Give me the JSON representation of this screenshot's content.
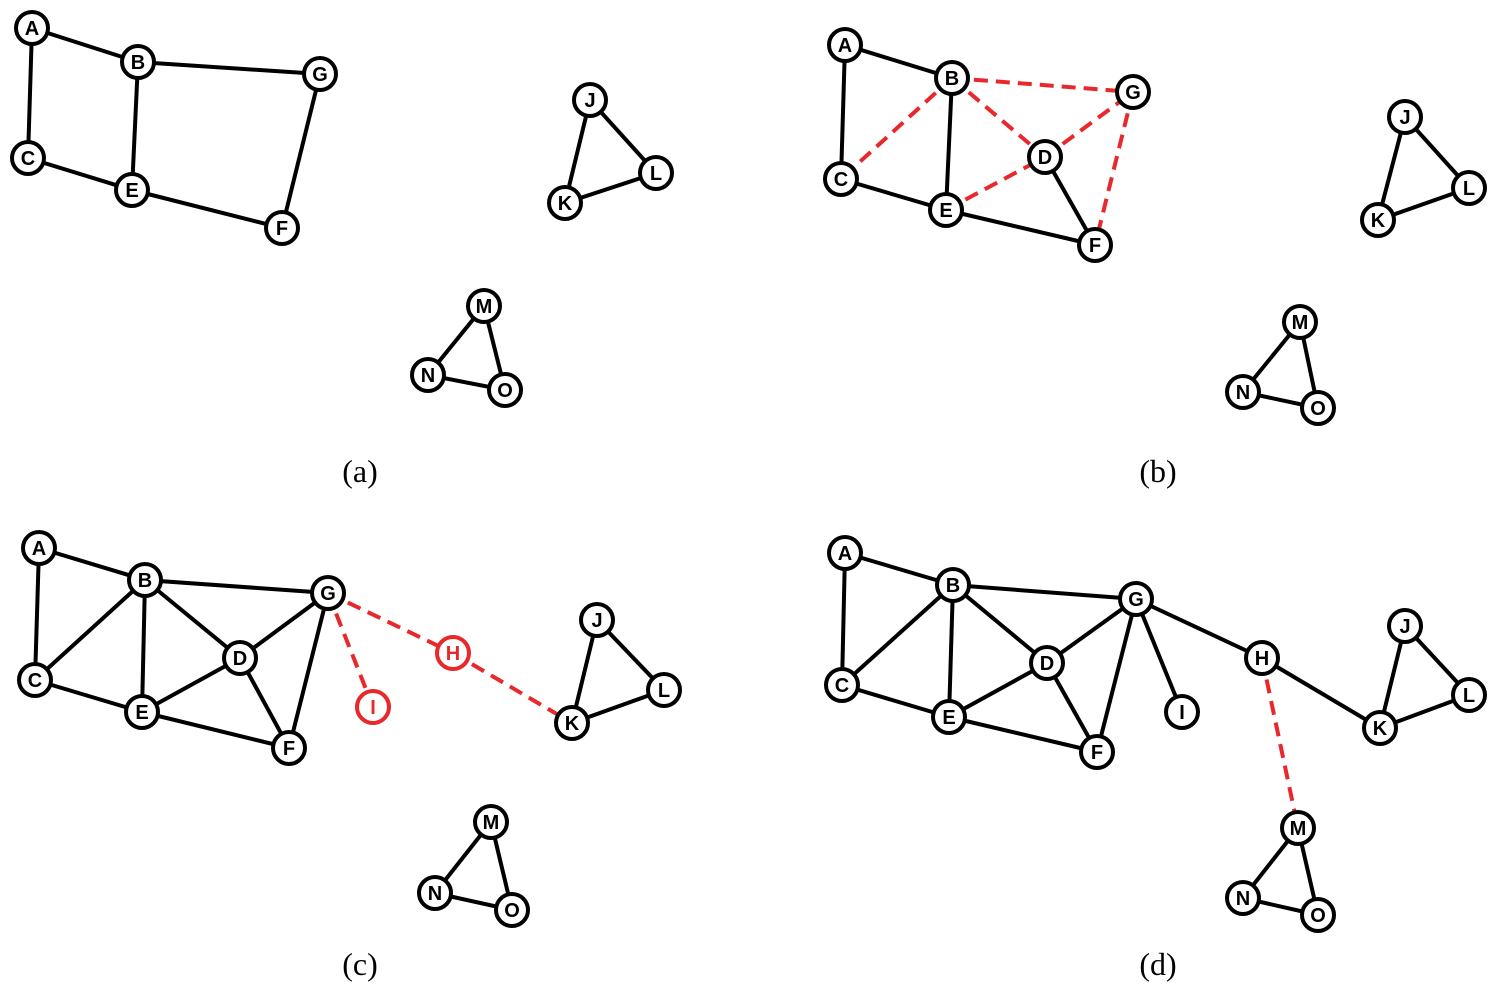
{
  "colors": {
    "normal": "#000000",
    "highlight": "#e8282b",
    "fill": "#ffffff"
  },
  "panels": [
    {
      "caption": "(a)",
      "nodes": [
        {
          "id": "A"
        },
        {
          "id": "B"
        },
        {
          "id": "C"
        },
        {
          "id": "E"
        },
        {
          "id": "F"
        },
        {
          "id": "G"
        },
        {
          "id": "J"
        },
        {
          "id": "K"
        },
        {
          "id": "L"
        },
        {
          "id": "M"
        },
        {
          "id": "N"
        },
        {
          "id": "O"
        }
      ],
      "edges": [
        {
          "from": "A",
          "to": "B",
          "style": "solid"
        },
        {
          "from": "A",
          "to": "C",
          "style": "solid"
        },
        {
          "from": "B",
          "to": "G",
          "style": "solid"
        },
        {
          "from": "B",
          "to": "E",
          "style": "solid"
        },
        {
          "from": "C",
          "to": "E",
          "style": "solid"
        },
        {
          "from": "E",
          "to": "F",
          "style": "solid"
        },
        {
          "from": "G",
          "to": "F",
          "style": "solid"
        },
        {
          "from": "J",
          "to": "K",
          "style": "solid"
        },
        {
          "from": "J",
          "to": "L",
          "style": "solid"
        },
        {
          "from": "K",
          "to": "L",
          "style": "solid"
        },
        {
          "from": "M",
          "to": "N",
          "style": "solid"
        },
        {
          "from": "M",
          "to": "O",
          "style": "solid"
        },
        {
          "from": "N",
          "to": "O",
          "style": "solid"
        }
      ]
    },
    {
      "caption": "(b)",
      "nodes": [
        {
          "id": "A"
        },
        {
          "id": "B"
        },
        {
          "id": "C"
        },
        {
          "id": "D"
        },
        {
          "id": "E"
        },
        {
          "id": "F"
        },
        {
          "id": "G"
        },
        {
          "id": "J"
        },
        {
          "id": "K"
        },
        {
          "id": "L"
        },
        {
          "id": "M"
        },
        {
          "id": "N"
        },
        {
          "id": "O"
        }
      ],
      "edges": [
        {
          "from": "A",
          "to": "B",
          "style": "solid"
        },
        {
          "from": "A",
          "to": "C",
          "style": "solid"
        },
        {
          "from": "B",
          "to": "E",
          "style": "solid"
        },
        {
          "from": "C",
          "to": "E",
          "style": "solid"
        },
        {
          "from": "E",
          "to": "F",
          "style": "solid"
        },
        {
          "from": "D",
          "to": "F",
          "style": "solid"
        },
        {
          "from": "B",
          "to": "G",
          "style": "dashed"
        },
        {
          "from": "B",
          "to": "C",
          "style": "dashed"
        },
        {
          "from": "B",
          "to": "D",
          "style": "dashed"
        },
        {
          "from": "D",
          "to": "G",
          "style": "dashed"
        },
        {
          "from": "E",
          "to": "D",
          "style": "dashed"
        },
        {
          "from": "G",
          "to": "F",
          "style": "dashed"
        },
        {
          "from": "J",
          "to": "K",
          "style": "solid"
        },
        {
          "from": "J",
          "to": "L",
          "style": "solid"
        },
        {
          "from": "K",
          "to": "L",
          "style": "solid"
        },
        {
          "from": "M",
          "to": "N",
          "style": "solid"
        },
        {
          "from": "M",
          "to": "O",
          "style": "solid"
        },
        {
          "from": "N",
          "to": "O",
          "style": "solid"
        }
      ]
    },
    {
      "caption": "(c)",
      "nodes": [
        {
          "id": "A"
        },
        {
          "id": "B"
        },
        {
          "id": "C"
        },
        {
          "id": "D"
        },
        {
          "id": "E"
        },
        {
          "id": "F"
        },
        {
          "id": "G"
        },
        {
          "id": "H",
          "highlight": true
        },
        {
          "id": "I",
          "highlight": true
        },
        {
          "id": "J"
        },
        {
          "id": "K"
        },
        {
          "id": "L"
        },
        {
          "id": "M"
        },
        {
          "id": "N"
        },
        {
          "id": "O"
        }
      ],
      "edges": [
        {
          "from": "A",
          "to": "B",
          "style": "solid"
        },
        {
          "from": "A",
          "to": "C",
          "style": "solid"
        },
        {
          "from": "B",
          "to": "G",
          "style": "solid"
        },
        {
          "from": "B",
          "to": "C",
          "style": "solid"
        },
        {
          "from": "B",
          "to": "E",
          "style": "solid"
        },
        {
          "from": "B",
          "to": "D",
          "style": "solid"
        },
        {
          "from": "C",
          "to": "E",
          "style": "solid"
        },
        {
          "from": "E",
          "to": "D",
          "style": "solid"
        },
        {
          "from": "E",
          "to": "F",
          "style": "solid"
        },
        {
          "from": "D",
          "to": "F",
          "style": "solid"
        },
        {
          "from": "D",
          "to": "G",
          "style": "solid"
        },
        {
          "from": "G",
          "to": "F",
          "style": "solid"
        },
        {
          "from": "G",
          "to": "H",
          "style": "dashed"
        },
        {
          "from": "H",
          "to": "K",
          "style": "dashed"
        },
        {
          "from": "G",
          "to": "I",
          "style": "dashed"
        },
        {
          "from": "J",
          "to": "K",
          "style": "solid"
        },
        {
          "from": "J",
          "to": "L",
          "style": "solid"
        },
        {
          "from": "K",
          "to": "L",
          "style": "solid"
        },
        {
          "from": "M",
          "to": "N",
          "style": "solid"
        },
        {
          "from": "M",
          "to": "O",
          "style": "solid"
        },
        {
          "from": "N",
          "to": "O",
          "style": "solid"
        }
      ]
    },
    {
      "caption": "(d)",
      "nodes": [
        {
          "id": "A"
        },
        {
          "id": "B"
        },
        {
          "id": "C"
        },
        {
          "id": "D"
        },
        {
          "id": "E"
        },
        {
          "id": "F"
        },
        {
          "id": "G"
        },
        {
          "id": "H"
        },
        {
          "id": "I"
        },
        {
          "id": "J"
        },
        {
          "id": "K"
        },
        {
          "id": "L"
        },
        {
          "id": "M"
        },
        {
          "id": "N"
        },
        {
          "id": "O"
        }
      ],
      "edges": [
        {
          "from": "A",
          "to": "B",
          "style": "solid"
        },
        {
          "from": "A",
          "to": "C",
          "style": "solid"
        },
        {
          "from": "B",
          "to": "G",
          "style": "solid"
        },
        {
          "from": "B",
          "to": "C",
          "style": "solid"
        },
        {
          "from": "B",
          "to": "E",
          "style": "solid"
        },
        {
          "from": "B",
          "to": "D",
          "style": "solid"
        },
        {
          "from": "C",
          "to": "E",
          "style": "solid"
        },
        {
          "from": "E",
          "to": "D",
          "style": "solid"
        },
        {
          "from": "E",
          "to": "F",
          "style": "solid"
        },
        {
          "from": "D",
          "to": "F",
          "style": "solid"
        },
        {
          "from": "D",
          "to": "G",
          "style": "solid"
        },
        {
          "from": "G",
          "to": "F",
          "style": "solid"
        },
        {
          "from": "G",
          "to": "I",
          "style": "solid"
        },
        {
          "from": "G",
          "to": "H",
          "style": "solid"
        },
        {
          "from": "H",
          "to": "K",
          "style": "solid"
        },
        {
          "from": "H",
          "to": "M",
          "style": "dashed"
        },
        {
          "from": "J",
          "to": "K",
          "style": "solid"
        },
        {
          "from": "J",
          "to": "L",
          "style": "solid"
        },
        {
          "from": "K",
          "to": "L",
          "style": "solid"
        },
        {
          "from": "M",
          "to": "N",
          "style": "solid"
        },
        {
          "from": "M",
          "to": "O",
          "style": "solid"
        },
        {
          "from": "N",
          "to": "O",
          "style": "solid"
        }
      ]
    }
  ]
}
